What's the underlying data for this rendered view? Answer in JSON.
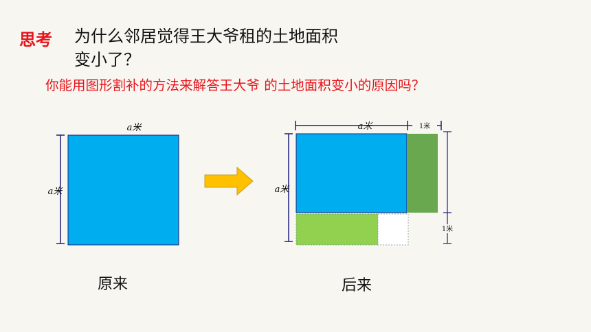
{
  "heading": {
    "label": "思考",
    "question_line1": "为什么邻居觉得王大爷租的土地面积",
    "question_line2": "变小了？"
  },
  "prompt": "你能用图形割补的方法来解答王大爷  的土地面积变小的原因吗？",
  "original": {
    "top_label": "a米",
    "side_label": "a米",
    "caption": "原来"
  },
  "after": {
    "top_label": "a米",
    "extra_label": "1米",
    "side_label": "a米",
    "cut_label": "1米",
    "caption": "后来"
  },
  "colors": {
    "square_blue": "#00aeef",
    "strip_dark_green": "#6aa84f",
    "strip_light_green": "#92d050",
    "arrow_fill": "#ffc000",
    "dimension_line": "#1f1f7a",
    "heading_red": "#e8141c"
  }
}
